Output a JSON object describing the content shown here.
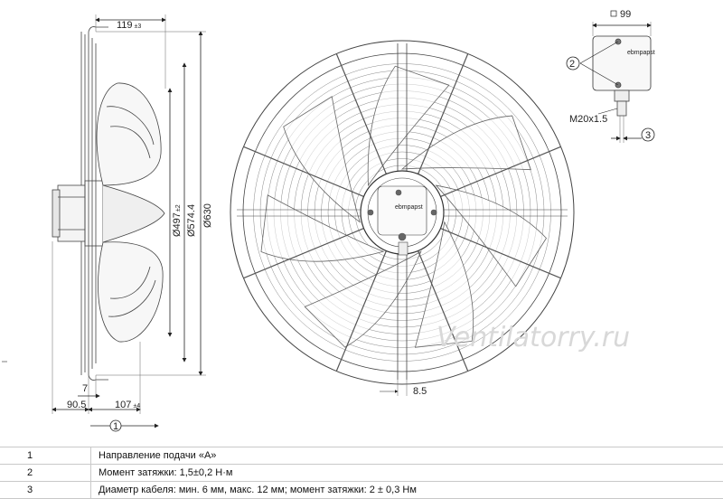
{
  "side_view": {
    "dim_top": "119",
    "dim_top_tol": "±3",
    "dim_d1": "Ø497",
    "dim_d1_tol": "±2",
    "dim_d2": "Ø574.4",
    "dim_d3": "Ø630",
    "dim_left_small": "7",
    "dim_left": "90.5",
    "dim_bottom": "107",
    "dim_bottom_tol": "±4",
    "callout_1": "1"
  },
  "front_view": {
    "dim_foot": "8.5",
    "box_label": "ebmpapst"
  },
  "box_view": {
    "dim_square": "99",
    "callout_2": "2",
    "callout_3": "3",
    "cable_thread": "M20x1.5",
    "box_label": "ebmpapst"
  },
  "watermark": "Ventilatorry.ru",
  "notes": [
    {
      "num": "1",
      "text": "Направление подачи «A»"
    },
    {
      "num": "2",
      "text": "Момент затяжки: 1,5±0,2 Н·м"
    },
    {
      "num": "3",
      "text": "Диаметр кабеля: мин. 6 мм, макс. 12 мм; момент затяжки: 2 ± 0,3 Нм"
    }
  ]
}
